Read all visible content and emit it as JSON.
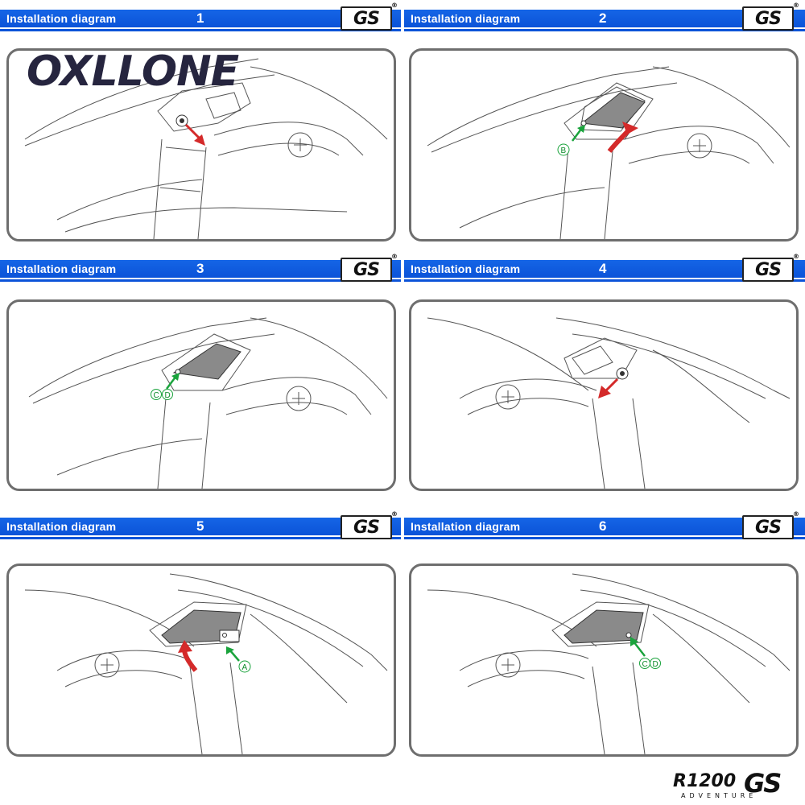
{
  "brand": {
    "logo_text": "OXLLONE"
  },
  "badge_text": "GS",
  "steps": [
    {
      "title": "Installation diagram",
      "number": "1"
    },
    {
      "title": "Installation diagram",
      "number": "2",
      "labels": [
        "B"
      ]
    },
    {
      "title": "Installation diagram",
      "number": "3",
      "labels": [
        "C",
        "D"
      ]
    },
    {
      "title": "Installation diagram",
      "number": "4"
    },
    {
      "title": "Installation diagram",
      "number": "5",
      "labels": [
        "A"
      ]
    },
    {
      "title": "Installation diagram",
      "number": "6",
      "labels": [
        "C",
        "D"
      ]
    }
  ],
  "footer": {
    "model": "R1200",
    "series": "GS",
    "edition": "ADVENTURE"
  },
  "colors": {
    "header_blue": "#0b53d8",
    "arrow_red": "#d42a2a",
    "arrow_green": "#1aa33c",
    "panel_border": "#6e6e6e"
  }
}
